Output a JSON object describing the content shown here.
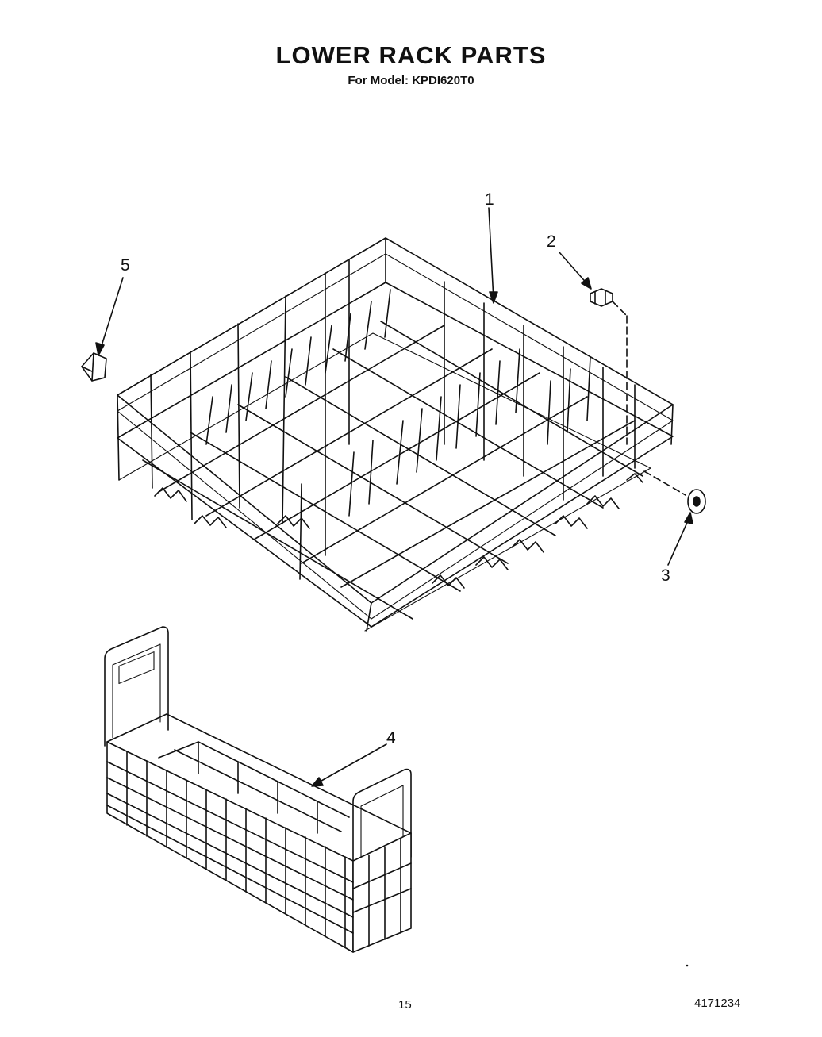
{
  "title": "LOWER RACK PARTS",
  "model_line": "For Model: KPDI620T0",
  "callouts": {
    "c1": "1",
    "c2": "2",
    "c3": "3",
    "c4": "4",
    "c5": "5"
  },
  "footer": {
    "page_number": "15",
    "doc_number": "4171234"
  }
}
